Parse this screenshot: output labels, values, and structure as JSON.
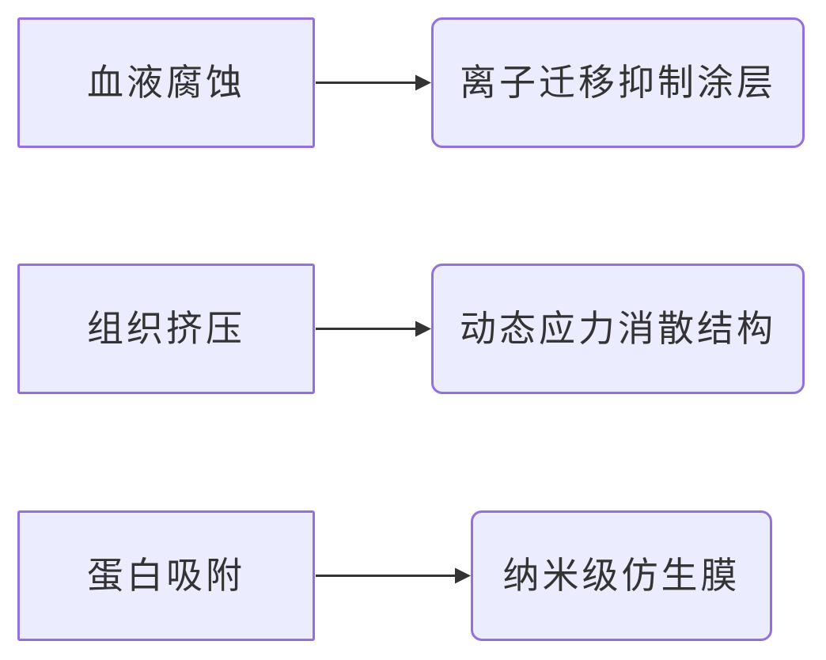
{
  "diagram": {
    "type": "flowchart-left-to-right",
    "colors": {
      "node_fill": "#ECECFF",
      "node_border": "#9370DB",
      "text_color": "#333333",
      "arrow_color": "#333333",
      "background": "#ffffff"
    },
    "rows": [
      {
        "source": {
          "label": "血液腐蚀",
          "shape": "rect"
        },
        "target": {
          "label": "离子迁移抑制涂层",
          "shape": "rounded"
        },
        "connector": "arrow-right"
      },
      {
        "source": {
          "label": "组织挤压",
          "shape": "rect"
        },
        "target": {
          "label": "动态应力消散结构",
          "shape": "rounded"
        },
        "connector": "arrow-right"
      },
      {
        "source": {
          "label": "蛋白吸附",
          "shape": "rect"
        },
        "target": {
          "label": "纳米级仿生膜",
          "shape": "rounded"
        },
        "connector": "arrow-right"
      }
    ]
  }
}
